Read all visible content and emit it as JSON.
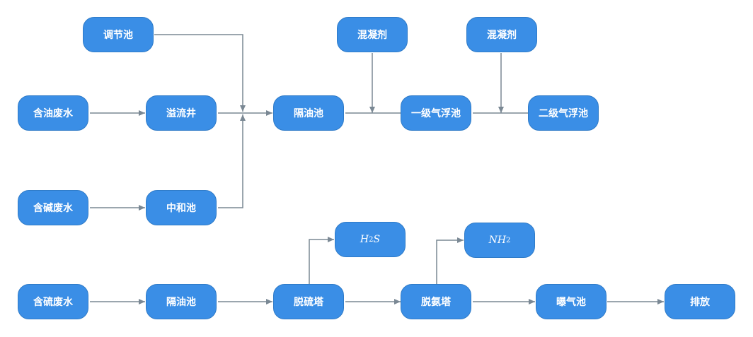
{
  "colors": {
    "node_fill": "#3a8ee6",
    "node_text": "#ffffff",
    "edge": "#7a8894"
  },
  "nodes": {
    "tiaojiechi": "调节池",
    "hunningji_1": "混凝剂",
    "hunningji_2": "混凝剂",
    "hanyou_feishui": "含油废水",
    "yiliujing": "溢流井",
    "geyouchi_1": "隔油池",
    "yiji_qifuchi": "一级气浮池",
    "erji_qifuchi": "二级气浮池",
    "hanjian_feishui": "含碱废水",
    "zhonghechi": "中和池",
    "h2s": {
      "base": "H",
      "sub": "2",
      "tail": "S"
    },
    "nh2": {
      "base": "NH",
      "sub": "2"
    },
    "hanliu_feishui": "含硫废水",
    "geyouchi_2": "隔油池",
    "tuoliuta": "脱硫塔",
    "tuoanta": "脱氨塔",
    "puqichi": "曝气池",
    "paifang": "排放"
  }
}
